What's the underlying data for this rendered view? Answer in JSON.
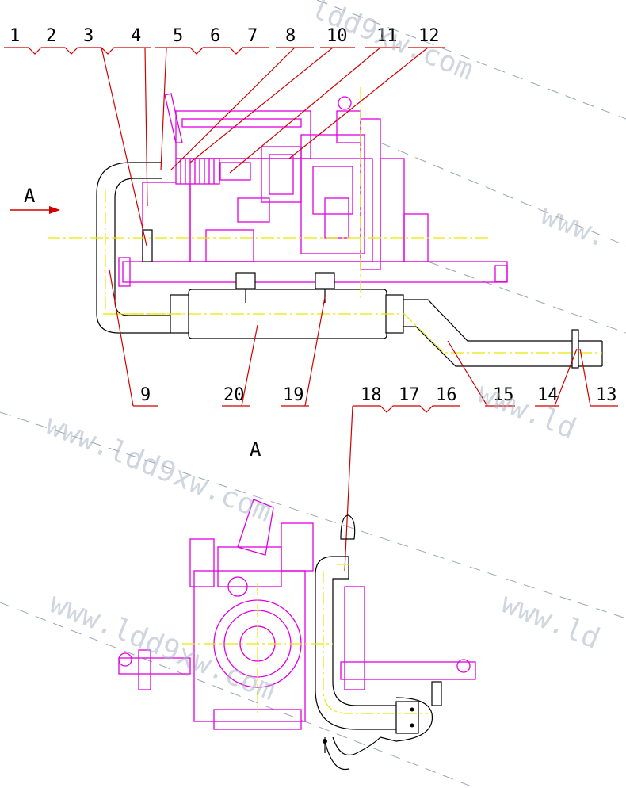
{
  "callouts_top": [
    "1",
    "2",
    "3",
    "4",
    "5",
    "6",
    "7",
    "8",
    "10",
    "11",
    "12"
  ],
  "callouts_bottom": [
    "9",
    "20",
    "19",
    "18",
    "17",
    "16",
    "15",
    "14",
    "13"
  ],
  "view_arrow_label": "A",
  "view_title": "A",
  "watermarks": [
    "ldd9xw.com",
    "www.",
    "www.ldd9xw.com",
    "www.ld",
    "www.ldd9xw.com",
    "www.ld"
  ],
  "colors": {
    "engine_outline": "#e000e0",
    "pipe_outline": "#000000",
    "leader_line": "#d00000",
    "center_line": "#e8e800",
    "watermark": "#aab4c4"
  }
}
